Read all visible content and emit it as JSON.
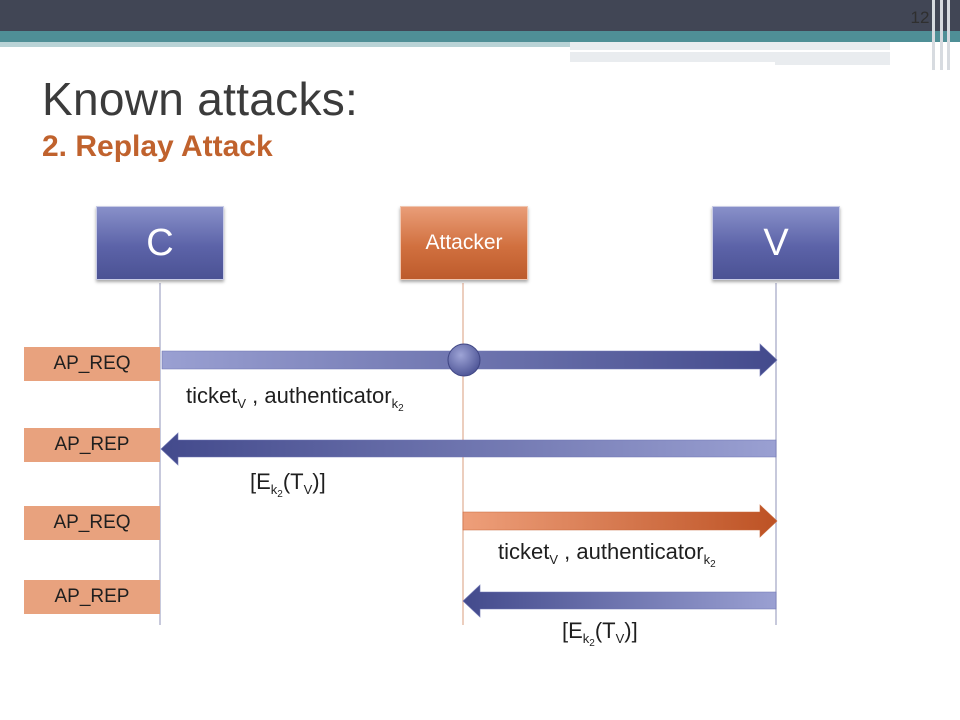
{
  "slide_number": "12",
  "title": "Known attacks:",
  "subtitle": "2. Replay Attack",
  "actors": {
    "client": "C",
    "attacker": "Attacker",
    "verifier": "V"
  },
  "steps": [
    "AP_REQ",
    "AP_REP",
    "AP_REQ",
    "AP_REP"
  ],
  "messages": {
    "m1": {
      "ticket": "ticket",
      "ticket_sub": "V",
      "sep": " , ",
      "auth": "authenticator",
      "auth_sub": "k",
      "auth_sub2": "2"
    },
    "m2": {
      "open": "[E",
      "k": "k",
      "k2": "2",
      "mid": "(T",
      "v": "V",
      "close": ")]"
    },
    "m3": {
      "ticket": "ticket",
      "ticket_sub": "V",
      "sep": " , ",
      "auth": "authenticator",
      "auth_sub": "k",
      "auth_sub2": "2"
    },
    "m4": {
      "open": "[E",
      "k": "k",
      "k2": "2",
      "mid": "(T",
      "v": "V",
      "close": ")]"
    }
  },
  "colors": {
    "blue_arrow": "#4b5294",
    "orange_arrow": "#c45a28",
    "accent": "#c0622d"
  }
}
